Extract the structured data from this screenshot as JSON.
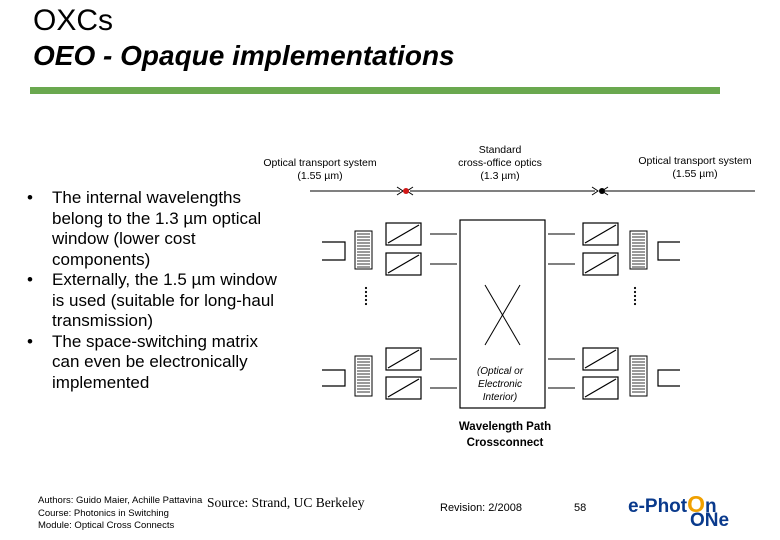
{
  "header": {
    "title": "OXCs",
    "subtitle": "OEO - Opaque implementations"
  },
  "bullets": [
    "The internal wavelengths belong to the 1.3 µm optical window (lower cost components)",
    "Externally, the 1.5 µm window is used (suitable for long-haul transmission)",
    "The space-switching matrix can even be electronically implemented"
  ],
  "diagram": {
    "left_label_line1": "Optical transport system",
    "left_label_line2": "(1.55 µm)",
    "center_label_line1": "Standard",
    "center_label_line2": "cross-office optics",
    "center_label_line3": "(1.3 µm)",
    "right_label_line1": "Optical transport system",
    "right_label_line2": "(1.55 µm)",
    "matrix_note_line1": "(Optical or",
    "matrix_note_line2": "Electronic",
    "matrix_note_line3": "Interior)",
    "caption_line1": "Wavelength Path",
    "caption_line2": "Crossconnect",
    "colors": {
      "accent_dot": "#d01818",
      "rule": "#6aa84f"
    }
  },
  "footer": {
    "authors": "Authors: Guido Maier, Achille Pattavina",
    "course": "Course: Photonics in Switching",
    "module": "Module: Optical Cross Connects",
    "source": "Source: Strand, UC Berkeley",
    "revision": "Revision: 2/2008",
    "page": "58",
    "logo_part1": "e-Phot",
    "logo_o": "O",
    "logo_part2": "n",
    "logo_line2": "ONe"
  }
}
